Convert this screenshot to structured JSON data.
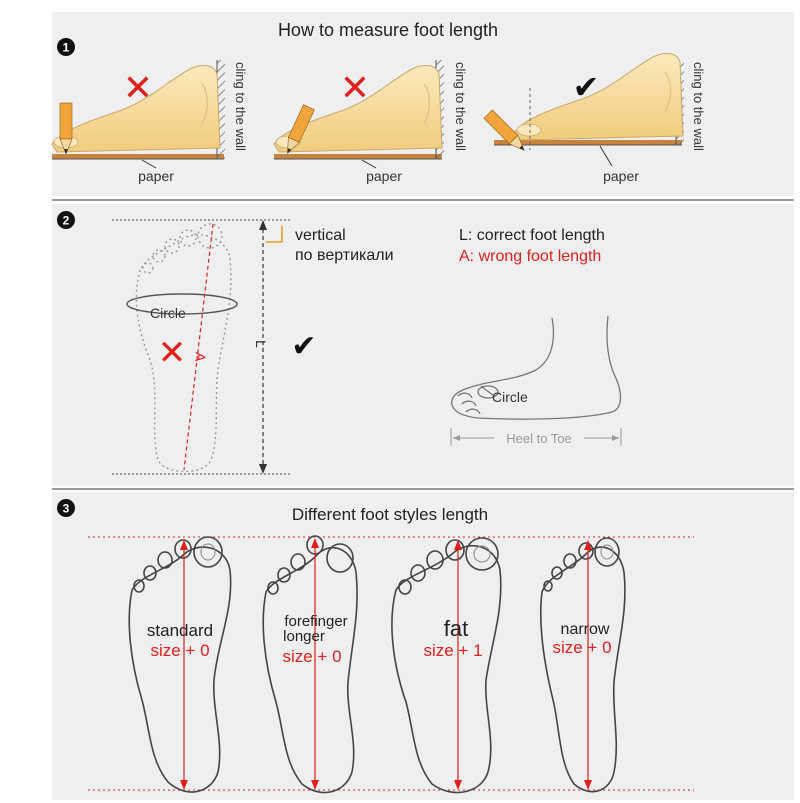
{
  "section1": {
    "number": "1",
    "title": "How to measure foot length",
    "paper_label": "paper",
    "wall_label": "cling to the wall",
    "marks": {
      "wrong": "✕",
      "right": "✔"
    }
  },
  "section2": {
    "number": "2",
    "vertical_en": "vertical",
    "vertical_ru": "по вертикали",
    "legend_l": "L: correct foot length",
    "legend_a": "A: wrong foot length",
    "circle_label": "Circle",
    "a_letter": "A",
    "l_letter": "L",
    "heel_to_toe": "Heel to Toe"
  },
  "section3": {
    "number": "3",
    "title": "Different foot styles length",
    "feet": [
      {
        "name": "standard",
        "size": "size + 0"
      },
      {
        "name_line1": "forefinger",
        "name_line2": "longer",
        "size": "size + 0"
      },
      {
        "name": "fat",
        "size": "size + 1"
      },
      {
        "name": "narrow",
        "size": "size + 0"
      }
    ]
  },
  "colors": {
    "panel": "#efefef",
    "foot_fill": "#f7dfa2",
    "wrong_red": "#e0201c",
    "pencil": "#f0a43a",
    "floor": "#c8843d"
  }
}
